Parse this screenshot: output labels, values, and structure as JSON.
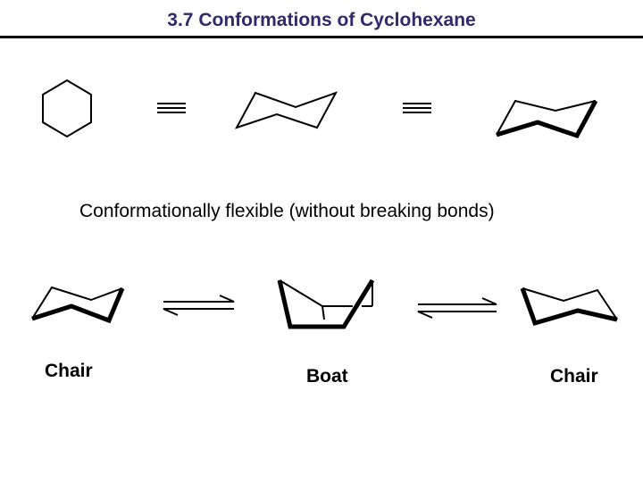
{
  "slide": {
    "title": "3.7 Conformations of Cyclohexane",
    "caption": "Conformationally flexible (without breaking bonds)",
    "labels": {
      "chair_left": "Chair",
      "boat": "Boat",
      "chair_right": "Chair"
    }
  },
  "colors": {
    "title_text": "#2e2a6b",
    "rule": "#000000",
    "ink": "#000000"
  }
}
